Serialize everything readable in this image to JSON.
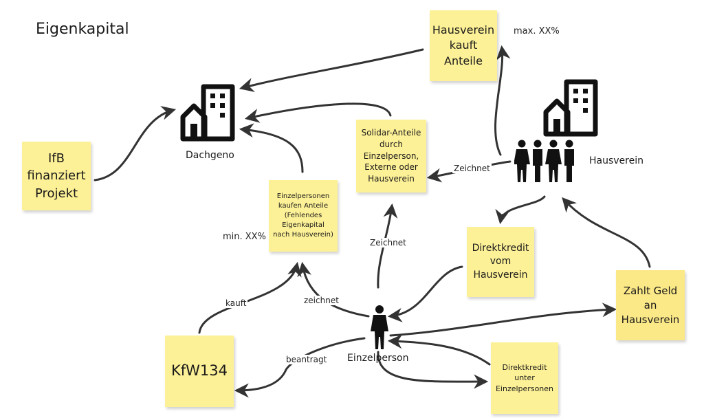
{
  "title": "Eigenkapital",
  "notes": {
    "hv_kauft": "Hausverein kauft Anteile",
    "ifb": "IfB finanziert Projekt",
    "solidar": "Solidar-Anteile durch Einzelperson, Externe oder Hausverein",
    "einzel_kaufen": "Einzelpersonen kaufen Anteile (Fehlendes Eigenkapital nach Hausverein)",
    "direktkredit_hv": "Direktkredit vom Hausverein",
    "zahlt": "Zahlt Geld an Hausverein",
    "kfw": "KfW134",
    "direktkredit_ep": "Direktkredit unter Einzelpersonen"
  },
  "captions": {
    "dachgeno": "Dachgeno",
    "hausverein": "Hausverein",
    "einzelperson": "Einzelperson"
  },
  "labels": {
    "max": "max. XX%",
    "min": "min. XX%",
    "zeichnet_hv": "Zeichnet",
    "zeichnet_ep": "Zeichnet",
    "zeichnet_lower": "zeichnet",
    "kauft": "kauft",
    "beantragt": "beantragt"
  },
  "icons": [
    "dachgeno-building-icon",
    "hausverein-building-icon",
    "hausverein-people-icon",
    "einzelperson-icon"
  ]
}
